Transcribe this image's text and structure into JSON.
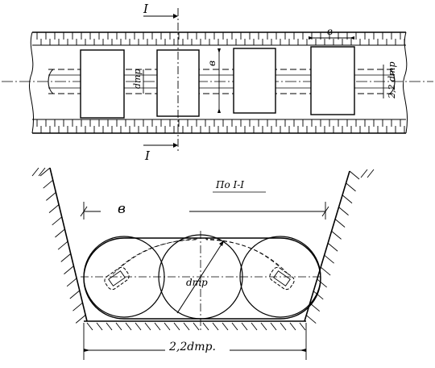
{
  "plan": {
    "section_mark_top": "I",
    "section_mark_bottom": "I",
    "dim_b_small": "в",
    "dim_b_vertical": "в",
    "dim_dtr": "dтр",
    "dim_right": "2,2 dтр"
  },
  "section": {
    "title": "По I-I",
    "width_label": "в",
    "diameter_label": "dтр",
    "bottom_dim": "2,2dтр."
  }
}
